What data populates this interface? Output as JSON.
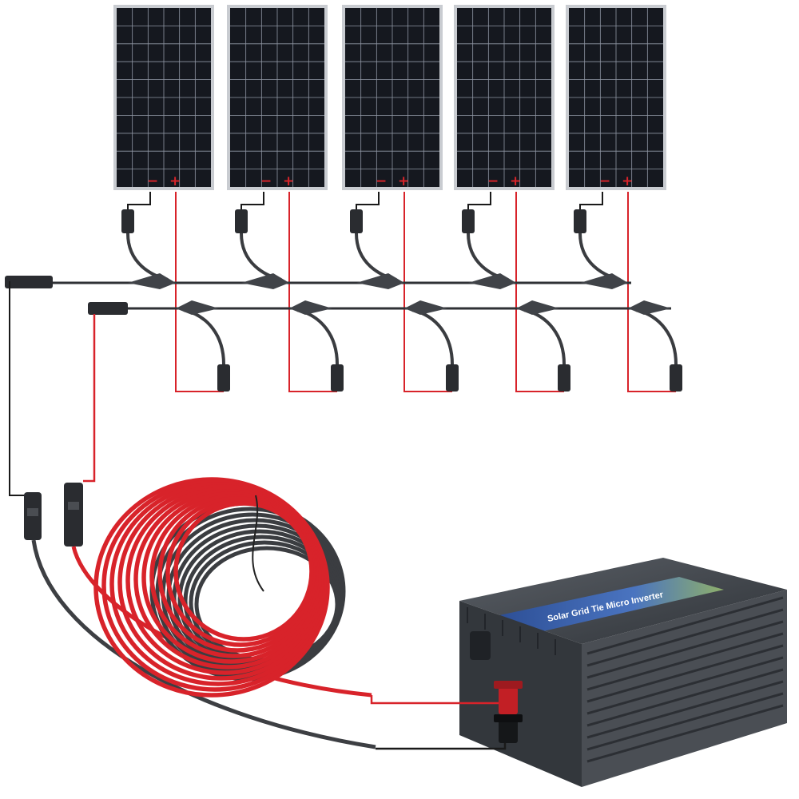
{
  "image": {
    "subject": "solar-power-kit",
    "panel_count": 5,
    "panel_polarity": {
      "negative": "−",
      "positive": "+"
    },
    "inverter_label": "Solar Grid Tie Micro Inverter",
    "colors": {
      "positive_wire": "#d8232a",
      "negative_wire": "#1a1a1a",
      "panel_cell": "#15181f",
      "panel_frame": "#c9ccd1",
      "inverter_body": "#3d4146",
      "inverter_label_band": "#3a5fa8"
    }
  }
}
